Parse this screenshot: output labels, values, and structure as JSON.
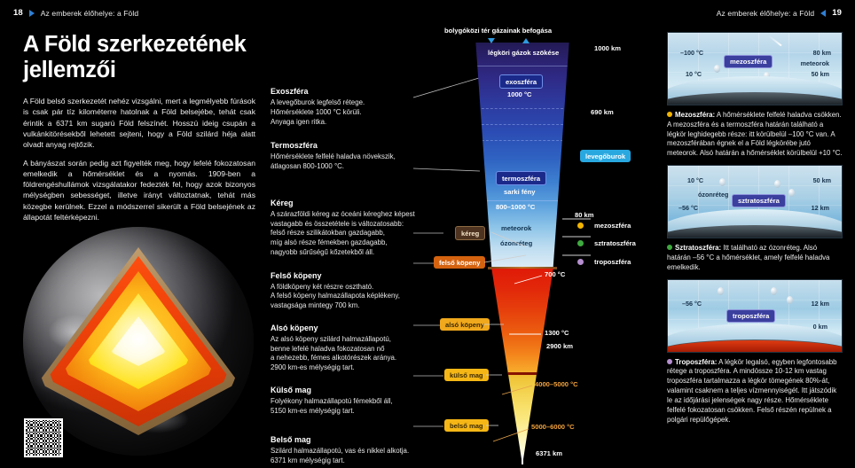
{
  "header": {
    "left_page": "18",
    "left_title": "Az emberek élőhelye: a Föld",
    "right_title": "Az emberek élőhelye: a Föld",
    "right_page": "19"
  },
  "article": {
    "title": "A Föld szerkezetének jellemzői",
    "paragraphs": [
      "A Föld belső szerkezetét nehéz vizsgálni, mert a legmélyebb fúrások is csak pár tíz kilométerre hatolnak a Föld belsejébe, tehát csak érintik a 6371 km sugarú Föld felszínét. Hosszú ideig csupán a vulkánkitörésekből lehetett sejteni, hogy a Föld szilárd héja alatt olvadt anyag rejtőzik.",
      "A bányászat során pedig azt figyelték meg, hogy lefelé fokozatosan emelkedik a hőmérséklet és a nyomás. 1909-ben a földrengéshullámok vizsgálatakor fedezték fel, hogy azok bizonyos mélységben sebességet, illetve irányt változtatnak, tehát más közegbe kerülnek. Ezzel a módszerrel sikerült a Föld belsejének az állapotát feltérképezni."
    ]
  },
  "layers": [
    {
      "name": "Exoszféra",
      "text": "A levegőburok legfelső rétege.\nHőmérséklete 1000 °C körüli.\nAnyaga igen ritka."
    },
    {
      "name": "Termoszféra",
      "text": "Hőmérséklete felfelé haladva növekszik,\nátlagosan 800-1000 °C."
    },
    {
      "name": "Kéreg",
      "text": "A szárazföldi kéreg az óceáni kéreghez képest\nvastagabb és összetétele is változatosabb:\nfelső része szilikátokban gazdagabb,\nmíg alsó része fémekben gazdagabb,\nnagyobb sűrűségű kőzetekből áll."
    },
    {
      "name": "Felső köpeny",
      "text": "A földköpeny két részre osztható.\nA felső köpeny halmazállapota képlékeny,\nvastagsága mintegy 700 km."
    },
    {
      "name": "Alsó köpeny",
      "text": "Az alsó köpeny szilárd halmazállapotú,\nbenne lefelé haladva fokozatosan nő\na nehezebb, fémes alkotórészek aránya.\n2900 km-es mélységig tart."
    },
    {
      "name": "Külső mag",
      "text": "Folyékony halmazállapotú fémekből áll,\n5150 km-es mélységig tart."
    },
    {
      "name": "Belső mag",
      "text": "Szilárd halmazállapotú, vas és nikkel alkotja.\n6371 km mélységig tart."
    }
  ],
  "diagram": {
    "top_caption": "bolygóközi tér gázainak befogása",
    "escape_caption": "légköri gázok szökése",
    "atmosphere_tag": "levegőburok",
    "pills": {
      "exoszfera": "exoszféra",
      "termoszfera": "termoszféra",
      "kereg": "kéreg",
      "felso_kopeny": "felső köpeny",
      "also_kopeny": "alsó köpeny",
      "kulso_mag": "külső mag",
      "belso_mag": "belső mag"
    },
    "inline_text": {
      "exo_temp": "1000 °C",
      "aurora": "sarki fény",
      "thermo_temp": "800–1000 °C",
      "meteorok": "meteorok",
      "ozonreteg": "ózonréteg"
    },
    "depth_marks": [
      "1000 km",
      "690 km",
      "80 km",
      "2900 km",
      "6371 km"
    ],
    "temp_marks": [
      "700 °C",
      "1300 °C",
      "4000–5000 °C",
      "5000–6000 °C"
    ],
    "legend": [
      {
        "label": "mezoszféra",
        "color": "#f2b400"
      },
      {
        "label": "sztratoszféra",
        "color": "#3faa3f"
      },
      {
        "label": "troposzféra",
        "color": "#b68fd0"
      }
    ]
  },
  "panels": [
    {
      "id": "mezoszfera",
      "tag": "mezoszféra",
      "dot_color": "#f2b400",
      "pic_labels": {
        "top_left": "–100 °C",
        "bottom_left": "10 °C",
        "top_right": "80 km",
        "bottom_right": "50 km",
        "extra": "meteorok"
      },
      "caption_title": "Mezoszféra:",
      "caption_body": " A hőmérséklete felfelé haladva csökken. A mezoszféra és a termoszféra határán található a légkör leghidegebb része: itt körülbelül –100 °C van. A mezoszférában égnek el a Föld légkörébe jutó meteorok. Alsó határán a hőmérséklet körülbelül +10 °C."
    },
    {
      "id": "sztratoszfera",
      "tag": "sztratoszféra",
      "dot_color": "#3faa3f",
      "pic_labels": {
        "top_left": "10 °C",
        "bottom_left": "–56 °C",
        "top_right": "50 km",
        "bottom_right": "12 km",
        "extra": "ózonréteg"
      },
      "caption_title": "Sztratoszféra:",
      "caption_body": " Itt található az ózonréteg. Alsó határán –56 °C a hőmérséklet, amely felfelé haladva emelkedik."
    },
    {
      "id": "troposzfera",
      "tag": "troposzféra",
      "dot_color": "#b68fd0",
      "pic_labels": {
        "top_left": "–56 °C",
        "bottom_left": "",
        "top_right": "12 km",
        "bottom_right": "0 km",
        "extra": ""
      },
      "caption_title": "Troposzféra:",
      "caption_body": " A légkör legalsó, egyben legfontosabb rétege a troposzféra. A mindössze 10-12 km vastag troposzféra tartalmazza a légkör tömegének 80%-át, valamint csaknem a teljes vízmennyiségét. Itt játszódik le az időjárási jelenségek nagy része. Hőmérséklete felfelé fokozatosan csökken. Felső részén repülnek a polgári repülőgépek."
    }
  ]
}
